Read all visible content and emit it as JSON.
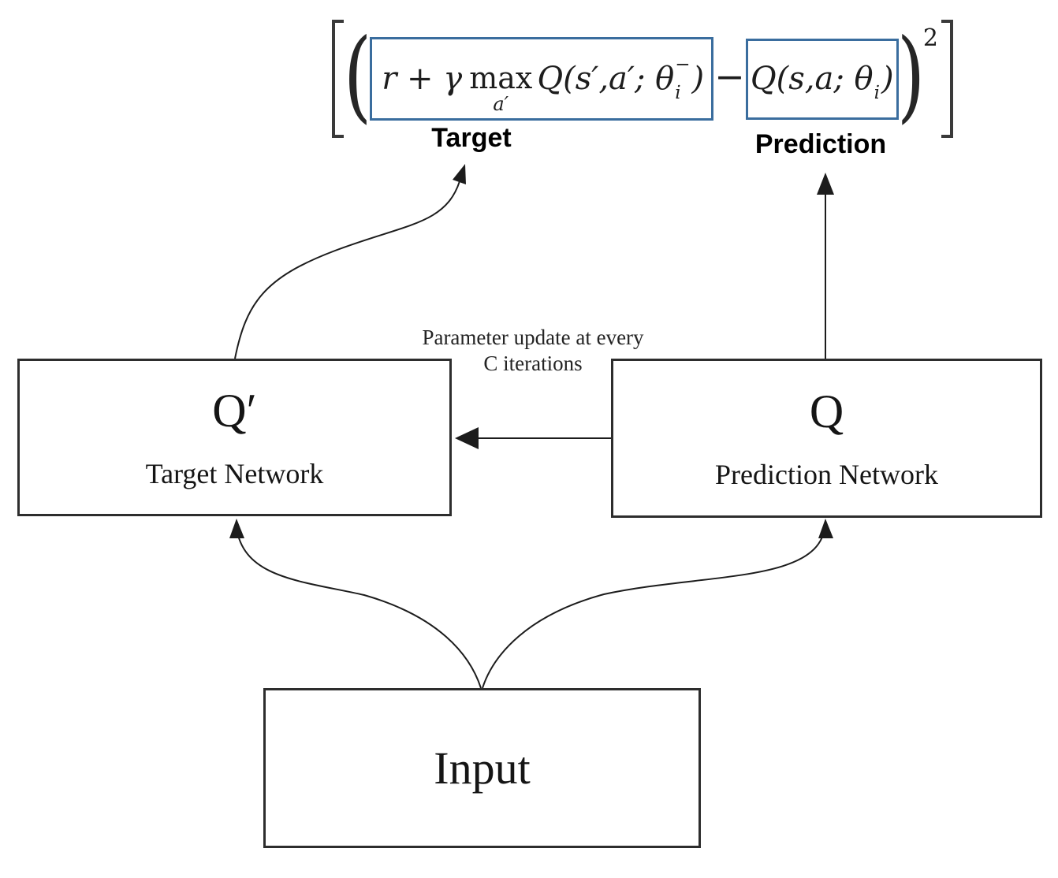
{
  "formula": {
    "bracket_open": "[",
    "paren_open": "(",
    "target_box": {
      "t1": "r + γ",
      "max": "max",
      "max_sub": "a′",
      "t2": "Q(s′,a′; θ",
      "sup": "−",
      "sub": "i",
      "t3": ")"
    },
    "minus": "−",
    "prediction_box": {
      "t1": "Q(s,a; θ",
      "sub": "i",
      "t2": ")"
    },
    "paren_close": ")",
    "exponent": "2",
    "bracket_close": "]"
  },
  "labels": {
    "target": "Target",
    "prediction": "Prediction"
  },
  "note": {
    "line1": "Parameter update at every",
    "line2": "C iterations"
  },
  "nodes": {
    "target_network": {
      "symbol": "Q′",
      "name": "Target Network"
    },
    "prediction_network": {
      "symbol": "Q",
      "name": "Prediction Network"
    },
    "input": {
      "name": "Input"
    }
  },
  "colors": {
    "highlight_border": "#3A6D9E",
    "diagram_line": "#1c1c1c",
    "box_border": "#2d2d2d",
    "text": "#141414"
  }
}
